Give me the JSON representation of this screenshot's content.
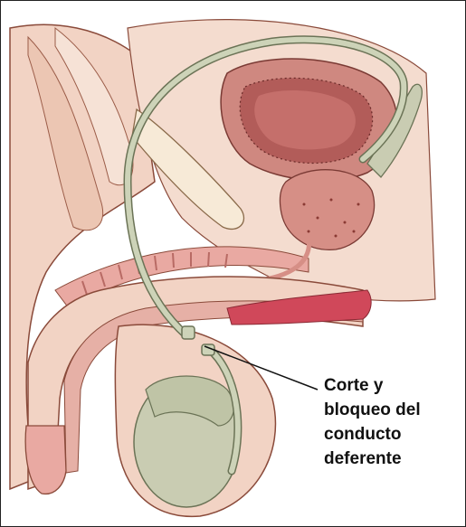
{
  "label": {
    "lines": [
      "Corte y",
      "bloqueo del",
      "conducto",
      "deferente"
    ]
  },
  "colors": {
    "skin": "#f2d3c4",
    "skin_outline": "#8a4a3a",
    "bladder": "#cf8880",
    "bladder_inner": "#b25c59",
    "prostate": "#d68f86",
    "vas_deferens": "#cdd3b8",
    "vas_outline": "#6b7356",
    "testis": "#c9ccb2",
    "erectile_red": "#d0485a",
    "spine": "#e9a9a2",
    "background": "#ffffff"
  }
}
